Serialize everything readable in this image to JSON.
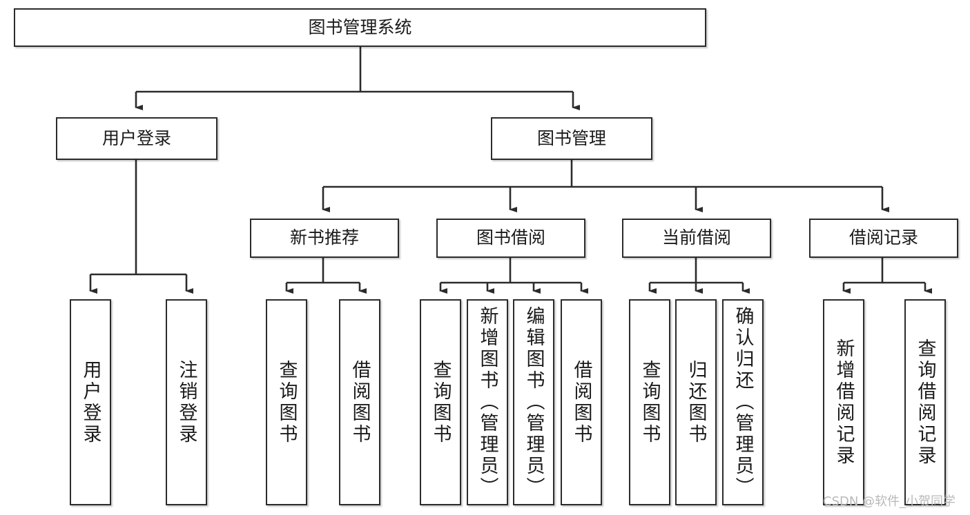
{
  "diagram": {
    "type": "tree-hierarchy",
    "title": "图书管理系统",
    "watermark": "CSDN @软件_小贺同学",
    "colors": {
      "box_border": "#2b2b2b",
      "box_fill": "#ffffff",
      "edge": "#2b2b2b",
      "text": "#1a1a1a",
      "watermark": "#b9b9b9",
      "background": "#ffffff"
    },
    "nodes": {
      "root": {
        "label": "图书管理系统"
      },
      "level2": [
        {
          "id": "user-login",
          "label": "用户登录"
        },
        {
          "id": "book-manage",
          "label": "图书管理"
        }
      ],
      "level3": [
        {
          "id": "new-book-recommend",
          "label": "新书推荐"
        },
        {
          "id": "book-borrow",
          "label": "图书借阅"
        },
        {
          "id": "current-borrow",
          "label": "当前借阅"
        },
        {
          "id": "borrow-record",
          "label": "借阅记录"
        }
      ],
      "leaves": {
        "user-login": [
          {
            "id": "leaf-user-login",
            "label": "用户登录"
          },
          {
            "id": "leaf-user-logout",
            "label": "注销登录"
          }
        ],
        "new-book-recommend": [
          {
            "id": "leaf-query-book-1",
            "label": "查询图书"
          },
          {
            "id": "leaf-borrow-book-1",
            "label": "借阅图书"
          }
        ],
        "book-borrow": [
          {
            "id": "leaf-query-book-2",
            "label": "查询图书"
          },
          {
            "id": "leaf-add-book",
            "label": "新增图书（管理员）"
          },
          {
            "id": "leaf-edit-book",
            "label": "编辑图书（管理员）"
          },
          {
            "id": "leaf-borrow-book-2",
            "label": "借阅图书"
          }
        ],
        "current-borrow": [
          {
            "id": "leaf-query-book-3",
            "label": "查询图书"
          },
          {
            "id": "leaf-return-book",
            "label": "归还图书"
          },
          {
            "id": "leaf-confirm-return",
            "label": "确认归还（管理员）"
          }
        ],
        "borrow-record": [
          {
            "id": "leaf-add-record",
            "label": "新增借阅记录"
          },
          {
            "id": "leaf-query-record",
            "label": "查询借阅记录"
          }
        ]
      }
    }
  }
}
